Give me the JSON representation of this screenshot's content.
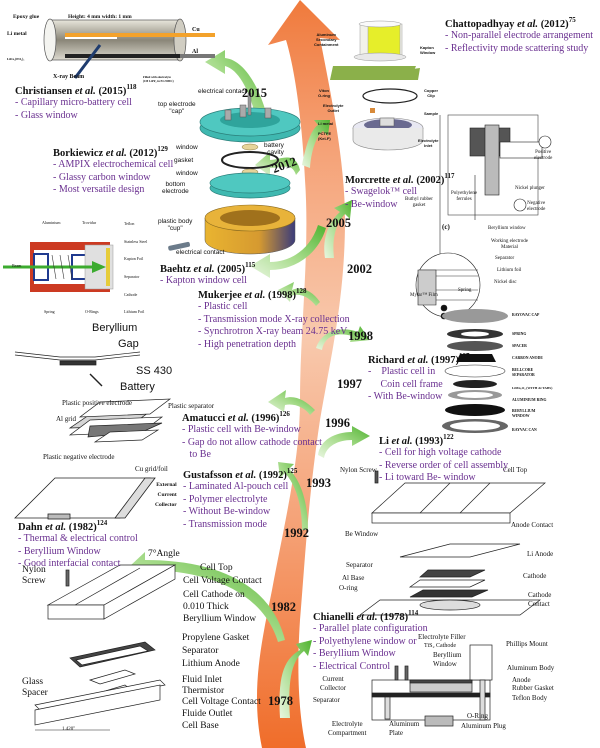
{
  "colors": {
    "timeline_arrow": "#f07a3c",
    "timeline_arrow_light": "#f8c7a8",
    "branch_arrow": "#6cc24a",
    "bullet_text": "#6a3090",
    "cell_teal": "#3fb8b0",
    "cell_gold": "#e0a830",
    "kapton_yellow": "#e6ee2a",
    "green_plate": "#8bb04a"
  },
  "timeline": {
    "years": [
      "2015",
      "2012",
      "2005",
      "2002",
      "1998",
      "1997",
      "1996",
      "1993",
      "1992",
      "1982",
      "1978"
    ]
  },
  "entries": [
    {
      "id": "christiansen",
      "author": "Christiansen",
      "etal": "et al.",
      "year": "(2015)",
      "ref": "118",
      "bullets": [
        "- Capillary  micro-battery cell",
        "- Glass window"
      ]
    },
    {
      "id": "chattopadhyay",
      "author": "Chattopadhyay",
      "etal": "et al.",
      "year": "(2012)",
      "ref": "75",
      "bullets": [
        "- Non-parallel  electrode arrangement",
        "- Reflectivity  mode scattering study"
      ]
    },
    {
      "id": "borkiewicz",
      "author": "Borkiewicz",
      "etal": "et al.",
      "year": "(2012)",
      "ref": "129",
      "bullets": [
        "- AMPIX electrochemical cell",
        "- Glassy carbon window",
        "- Most versatile  design"
      ]
    },
    {
      "id": "morcrette",
      "author": "Morcrette",
      "etal": "et al.",
      "year": "(2002)",
      "ref": "117",
      "bullets": [
        "- Swagelok™ cell",
        "- Be-window"
      ]
    },
    {
      "id": "baehtz",
      "author": "Baehtz",
      "etal": "et al.",
      "year": "(2005)",
      "ref": "115",
      "bullets": [
        "- Kapton window cell"
      ]
    },
    {
      "id": "mukerjee",
      "author": "Mukerjee",
      "etal": "et al.",
      "year": "(1998)",
      "ref": "128",
      "bullets": [
        "- Plastic  cell",
        "- Transmission mode X-ray collection",
        "- Synchrotron X-ray beam 24.75 keV",
        "- High  penetration  depth"
      ]
    },
    {
      "id": "richard",
      "author": "Richard",
      "etal": "et al.",
      "year": "(1997)",
      "ref": "127",
      "bullets": [
        "-    Plastic cell in",
        "     Coin cell frame",
        "- With Be-window"
      ]
    },
    {
      "id": "amatucci",
      "author": "Amatucci",
      "etal": "et al.",
      "year": "(1996)",
      "ref": "126",
      "bullets": [
        "- Plastic  cell  with Be-window",
        "- Gap do not allow  cathode contact",
        "   to Be"
      ]
    },
    {
      "id": "li",
      "author": "Li",
      "etal": "et al.",
      "year": "(1993)",
      "ref": "122",
      "bullets": [
        "- Cell  for high voltage cathode",
        "- Reverse order of cell  assembly",
        "- Li toward Be-  window"
      ]
    },
    {
      "id": "gustafsson",
      "author": "Gustafsson",
      "etal": "et al.",
      "year": "(1992)",
      "ref": "125",
      "bullets": [
        "- Laminated  Al-pouch  cell",
        "- Polymer electrolyte",
        "- Without Be-window",
        "- Transmission mode"
      ]
    },
    {
      "id": "dahn",
      "author": "Dahn",
      "etal": "et al.",
      "year": "(1982)",
      "ref": "124",
      "bullets": [
        "- Thermal & electrical  control",
        "- Beryllium  Window",
        "- Good interfacial  contact"
      ]
    },
    {
      "id": "chianelli",
      "author": "Chianelli",
      "etal": "et al.",
      "year": "(1978)",
      "ref": "114",
      "bullets": [
        "- Parallel  plate configuration",
        "- Polyethylene  window or",
        "- Beryllium  Window",
        "- Electrical Control"
      ]
    }
  ],
  "labels": {
    "capillary": {
      "epoxy": "Epoxy glue",
      "dims": "Height: 4 mm    width: 1 mm",
      "li_metal": "Li metal",
      "lfp": "LiFe₂(PO₄)₃",
      "cu": "Cu",
      "al": "Al",
      "xray": "X-ray Beam",
      "filled": "Filled with electrolyte",
      "filled2": "(1M LiPF₆ in EC/DMC)"
    },
    "chatto": {
      "containment": [
        "Aluminum",
        "Secondary",
        "Containment"
      ],
      "kapton": [
        "Kapton",
        "Window"
      ],
      "viton": [
        "Viton",
        "O-ring"
      ],
      "copper": [
        "Copper",
        "Clip"
      ],
      "outlet": [
        "Electrolyte",
        "Outlet"
      ],
      "sample": "Sample",
      "li_metal": "Li metal",
      "pctfe": [
        "PCTFE",
        "(Kel-F)"
      ],
      "inlet": [
        "Electrolyte",
        "Inlet"
      ]
    },
    "ampix": {
      "contact_top": "electrical contact",
      "top_electrode": [
        "top electrode",
        "\"cap\""
      ],
      "window1": "window",
      "cavity": [
        "battery",
        "cavity"
      ],
      "gasket": "gasket",
      "window2": "window",
      "bottom": [
        "bottom",
        "electrode"
      ],
      "body": [
        "plastic body",
        "\"cup\""
      ],
      "contact_bottom": "electrical contact"
    },
    "swagelok": {
      "positive": [
        "Positive",
        "electrode"
      ],
      "ferrules": [
        "Polyethylene",
        "ferrules"
      ],
      "plunger": "Nickel plunger",
      "negative": [
        "Negative",
        "electrode"
      ],
      "butyl": [
        "Buthyl rubber",
        "gasket"
      ],
      "c": "(c)",
      "be_window": "Beryllium window",
      "working": [
        "Working electrode",
        "Material"
      ],
      "separator": "Separator",
      "lithium": "Lithium foil",
      "nickel": "Nickel disc",
      "spring": "Spring",
      "mylar": "Mylar™ Film"
    },
    "kaptoncell": {
      "aluminium": "Aluminium",
      "trovidur": "Trovidur",
      "teflon": "Teflon",
      "steel": "Stainless Steel",
      "kapton": "Kapton Foil",
      "separator": "Separator",
      "cathode": "Cathode",
      "lithium": "Lithium Foil",
      "beam": "Beam",
      "spring": "Spring",
      "orings": "O-Rings"
    },
    "coin": {
      "items": [
        "RAYOVAC CAP",
        "SPRING",
        "SPACER",
        "CARBON ANODE",
        "BELLCORE SEPARATOR",
        "LiMn₂O₄ (WITH Al TABS)",
        "ALUMINIUM RING",
        "BERYLLIUM WINDOW",
        "RAYVAC CAN"
      ]
    },
    "amatucci": {
      "beryllium": "Beryllium",
      "gap": "Gap",
      "ss430": "SS 430",
      "battery": "Battery",
      "pos": "Plastic positive electrode",
      "sep": "Plastic separator",
      "algrid": "Al grid",
      "neg": "Plastic negative electrode",
      "cugrid": "Cu grid/foil"
    },
    "gustafsson": {
      "collector": [
        "External",
        "Current",
        "Collector"
      ]
    },
    "li": {
      "nylon": "Nylon Screw",
      "celltop": "Cell Top",
      "anode_contact": "Anode Contact",
      "be_window": "Be Window",
      "li_anode": "Li Anode",
      "separator": "Separator",
      "cathode": "Cathode",
      "al_base": "Al Base",
      "oring": "O-ring",
      "cathode_contact": [
        "Cathode",
        "Contact"
      ]
    },
    "dahn": {
      "angle": "7°Angle",
      "nylon": [
        "Nylon",
        "Screw"
      ],
      "celltop": "Cell Top",
      "voltage": "Cell Voltage Contact",
      "cathode": [
        "Cell Cathode on",
        "0.010 Thick",
        "Beryllium Window"
      ],
      "gasket": "Propylene Gasket",
      "separator": "Separator",
      "anode": "Lithium Anode",
      "glass": [
        "Glass",
        "Spacer"
      ],
      "inlet": "Fluid Inlet",
      "thermistor": "Thermistor",
      "voltage2": "Cell Voltage Contact",
      "outlet": "Fluide Outlet",
      "base": "Cell Base",
      "dim": "1.420\""
    },
    "chianelli": {
      "filler": "Electrolyte Filler",
      "tis": "TiS₂ Cathode",
      "be": [
        "Beryllium",
        "Window"
      ],
      "phillips": "Phillips Mount",
      "al_body": "Aluminum Body",
      "anode": "Anode",
      "rubber": "Rubber Gasket",
      "teflon": "Teflon Body",
      "current": [
        "Current",
        "Collector"
      ],
      "separator": "Separator",
      "oring": "O-Ring",
      "plug": "Aluminum Plug",
      "compartment": [
        "Electrolyte",
        "Compartment"
      ],
      "plate": [
        "Aluminum",
        "Plate"
      ]
    }
  }
}
